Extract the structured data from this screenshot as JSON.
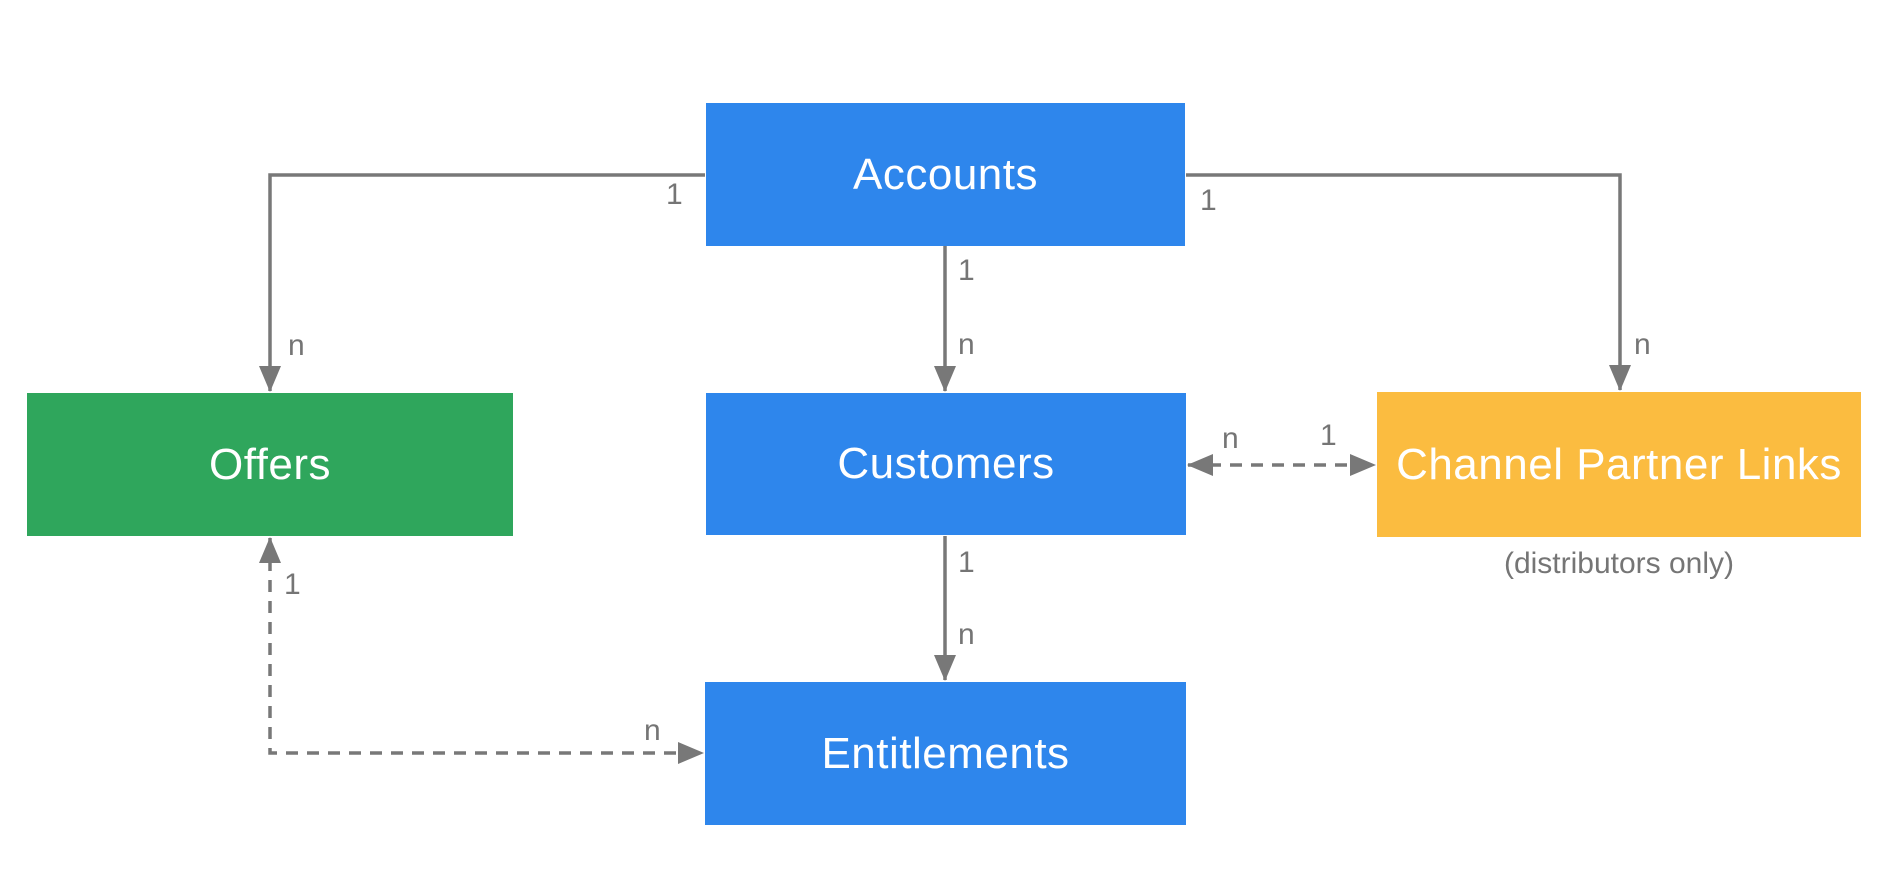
{
  "diagram": {
    "type": "entity-relationship",
    "colors": {
      "entity_blue": "#2e86ec",
      "entity_green": "#2fa65c",
      "entity_yellow": "#fbbc40",
      "connector_gray": "#787878",
      "label_gray": "#757575",
      "entity_text": "#ffffff",
      "background": "#ffffff"
    },
    "nodes": {
      "accounts": {
        "label": "Accounts"
      },
      "offers": {
        "label": "Offers"
      },
      "customers": {
        "label": "Customers"
      },
      "channel_partner_links": {
        "label": "Channel Partner Links",
        "note": "(distributors only)"
      },
      "entitlements": {
        "label": "Entitlements"
      }
    },
    "edges": {
      "accounts_offers": {
        "from": "accounts",
        "to": "offers",
        "style": "solid",
        "direction": "one-way",
        "source_label": "1",
        "target_label": "n"
      },
      "accounts_customers": {
        "from": "accounts",
        "to": "customers",
        "style": "solid",
        "direction": "one-way",
        "source_label": "1",
        "target_label": "n"
      },
      "accounts_channel_partner_links": {
        "from": "accounts",
        "to": "channel_partner_links",
        "style": "solid",
        "direction": "one-way",
        "source_label": "1",
        "target_label": "n"
      },
      "customers_entitlements": {
        "from": "customers",
        "to": "entitlements",
        "style": "solid",
        "direction": "one-way",
        "source_label": "1",
        "target_label": "n"
      },
      "customers_channel_partner_links": {
        "from": "customers",
        "to": "channel_partner_links",
        "style": "dashed",
        "direction": "two-way",
        "source_label": "n",
        "target_label": "1"
      },
      "offers_entitlements": {
        "from": "offers",
        "to": "entitlements",
        "style": "dashed",
        "direction": "two-way",
        "source_label": "1",
        "target_label": "n"
      }
    }
  }
}
